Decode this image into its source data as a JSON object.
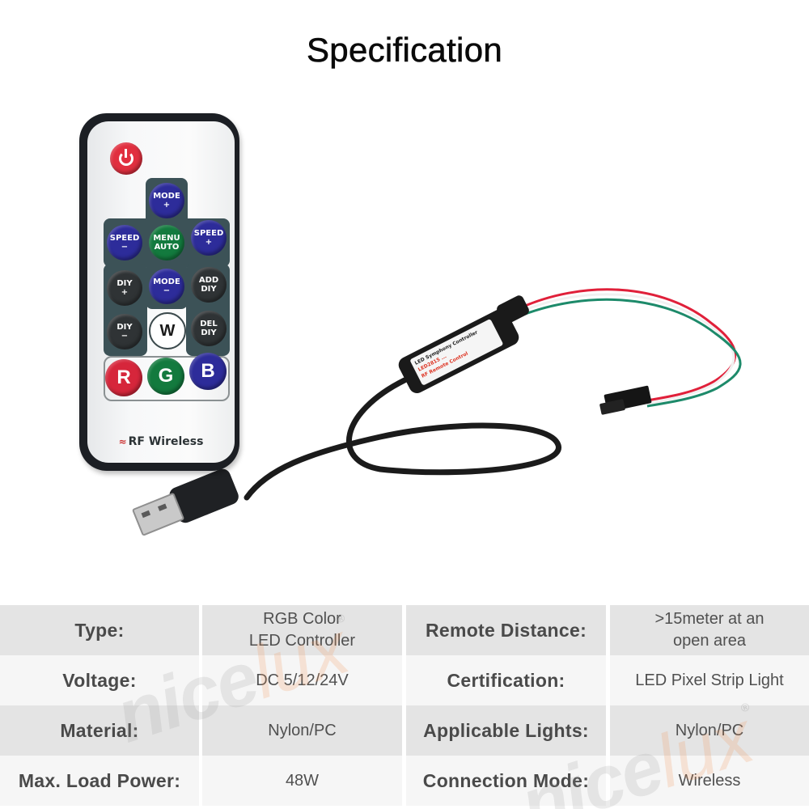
{
  "page": {
    "title": "Specification"
  },
  "product": {
    "remote": {
      "power_icon": "power-icon",
      "buttons": {
        "mode_plus": "MODE\n+",
        "speed_minus": "SPEED\n−",
        "menu_auto": "MENU\nAUTO",
        "speed_plus": "SPEED\n+",
        "diy_plus": "DIY\n+",
        "mode_minus": "MODE\n−",
        "add_diy": "ADD\nDIY",
        "diy_minus": "DIY\n−",
        "w": "W",
        "del_diy": "DEL\nDIY",
        "r": "R",
        "g": "G",
        "b": "B"
      },
      "footer_label": "RF Wireless"
    },
    "controller": {
      "line1": "LED Symphony Controller",
      "line2": "LED2815 ...",
      "line3": "RF Remote Control"
    },
    "watermark": {
      "brand_a": "nice",
      "brand_b": "lux",
      "registered": "®"
    }
  },
  "spec_table": {
    "rows": [
      {
        "k1": "Type:",
        "v1": "RGB Color\nLED Controller",
        "k2": "Remote Distance:",
        "v2": ">15meter at an\nopen area"
      },
      {
        "k1": "Voltage:",
        "v1": "DC 5/12/24V",
        "k2": "Certification:",
        "v2": "LED Pixel Strip Light"
      },
      {
        "k1": "Material:",
        "v1": "Nylon/PC",
        "k2": "Applicable Lights:",
        "v2": "Nylon/PC"
      },
      {
        "k1": "Max. Load Power:",
        "v1": "48W",
        "k2": "Connection Mode:",
        "v2": "Wireless"
      }
    ]
  },
  "colors": {
    "row_dark": "#e4e4e4",
    "row_light": "#f6f6f6",
    "label_text": "#4a4a4a",
    "remote_blue": "#2d2c9a",
    "remote_green": "#137a3e",
    "remote_red": "#d6263b",
    "wire_red": "#e0203a",
    "wire_green": "#1d8a6a"
  }
}
